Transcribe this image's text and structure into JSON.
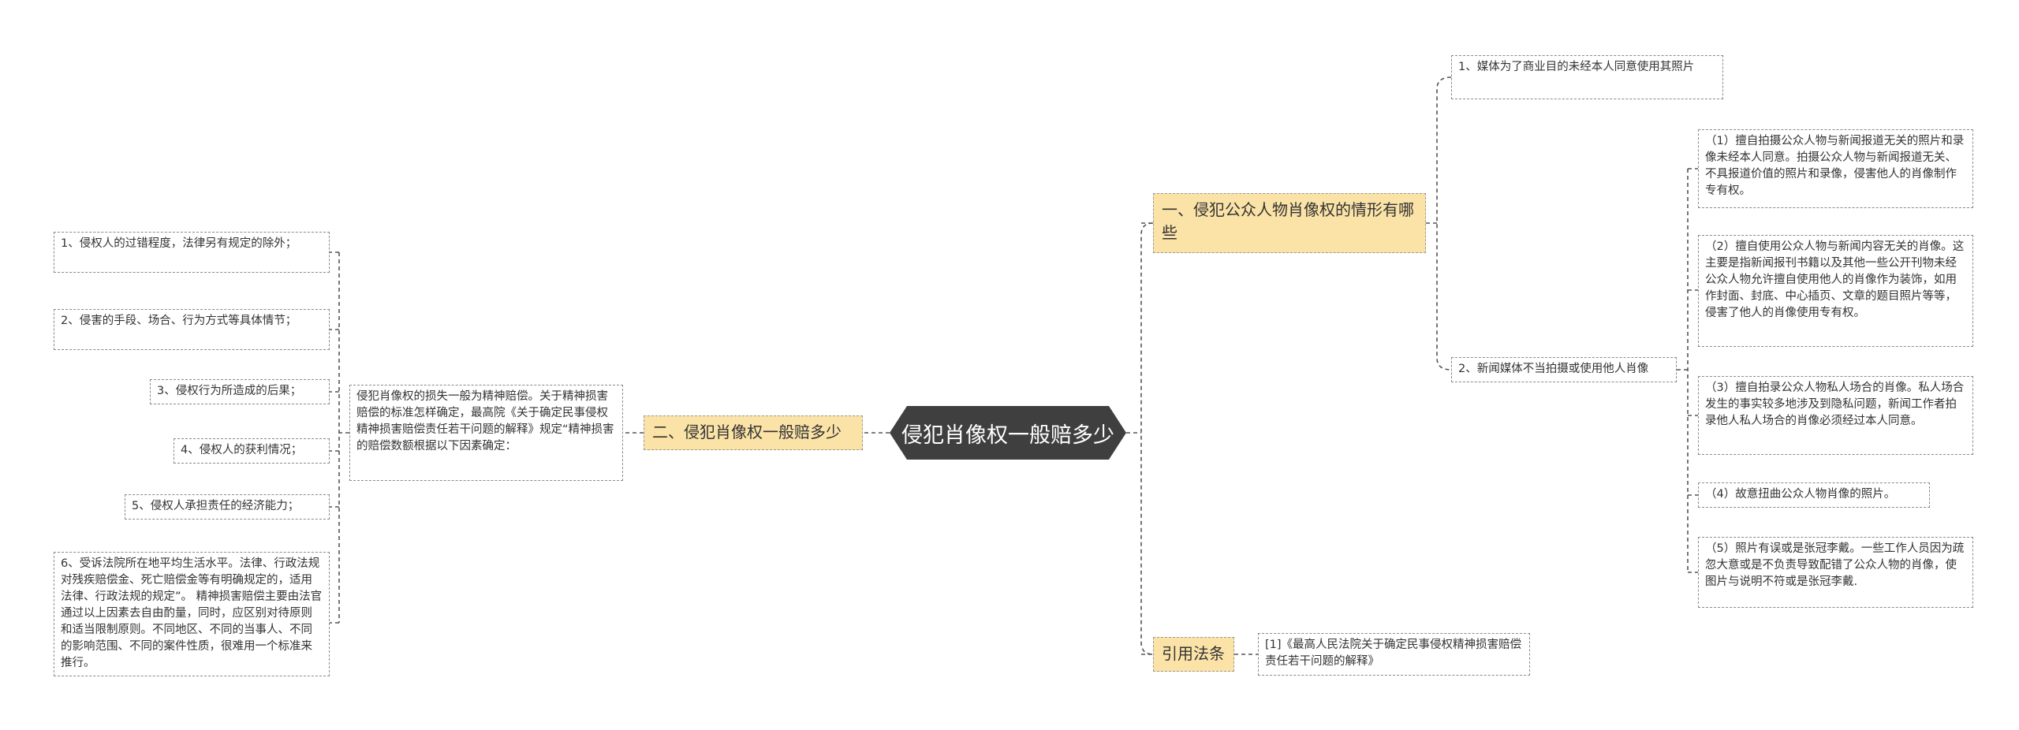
{
  "root": {
    "label": "侵犯肖像权一般赔多少"
  },
  "left": {
    "branch": "二、侵犯肖像权一般赔多少",
    "summary": "侵犯肖像权的损失一般为精神赔偿。关于精神损害赔偿的标准怎样确定，最高院《关于确定民事侵权精神损害赔偿责任若干问题的解释》规定“精神损害的赔偿数额根据以下因素确定：",
    "factors": [
      "1、侵权人的过错程度，法律另有规定的除外；",
      "2、侵害的手段、场合、行为方式等具体情节；",
      "3、侵权行为所造成的后果；",
      "4、侵权人的获利情况；",
      "5、侵权人承担责任的经济能力；",
      "6、受诉法院所在地平均生活水平。法律、行政法规对残疾赔偿金、死亡赔偿金等有明确规定的，适用法律、行政法规的规定”。 精神损害赔偿主要由法官通过以上因素去自由酌量，同时，应区别对待原则和适当限制原则。不同地区、不同的当事人、不同的影响范围、不同的案件性质，很难用一个标准来推行。"
    ]
  },
  "right": {
    "branch1": {
      "label": "一、侵犯公众人物肖像权的情形有哪些",
      "item1": "1、媒体为了商业目的未经本人同意使用其照片",
      "item2": "2、新闻媒体不当拍摄或使用他人肖像",
      "details": [
        "（1）擅自拍摄公众人物与新闻报道无关的照片和录像未经本人同意。拍摄公众人物与新闻报道无关、不具报道价值的照片和录像，侵害他人的肖像制作专有权。",
        "（2）擅自使用公众人物与新闻内容无关的肖像。这主要是指新闻报刊书籍以及其他一些公开刊物未经公众人物允许擅自使用他人的肖像作为装饰，如用作封面、封底、中心插页、文章的题目照片等等，侵害了他人的肖像使用专有权。",
        "（3）擅自拍录公众人物私人场合的肖像。私人场合发生的事实较多地涉及到隐私问题，新闻工作者拍录他人私人场合的肖像必须经过本人同意。",
        "（4）故意扭曲公众人物肖像的照片。",
        "（5）照片有误或是张冠李戴。一些工作人员因为疏忽大意或是不负责导致配错了公众人物的肖像，使图片与说明不符或是张冠李戴."
      ]
    },
    "branch2": {
      "label": "引用法条",
      "item": "[1]《最高人民法院关于确定民事侵权精神损害赔偿责任若干问题的解释》"
    }
  }
}
